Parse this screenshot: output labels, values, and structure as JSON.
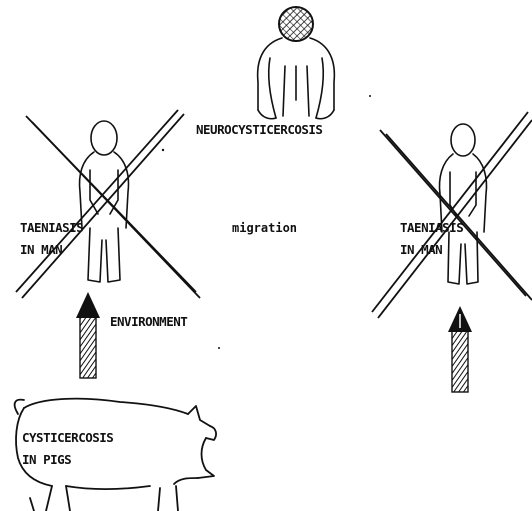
{
  "labels": {
    "neurocysticercosis": "NEUROCYSTICERCOSIS",
    "left_taeniasis_line1": "TAENIASIS",
    "left_taeniasis_line2": "IN MAN",
    "right_taeniasis_line1": "TAENIASIS",
    "right_taeniasis_line2": "IN MAN",
    "migration": "migration",
    "environment": "ENVIRONMENT",
    "pig_line1": "CYSTICERCOSIS",
    "pig_line2": "IN PIGS"
  },
  "colors": {
    "ink": "#111111",
    "background": "#ffffff"
  }
}
